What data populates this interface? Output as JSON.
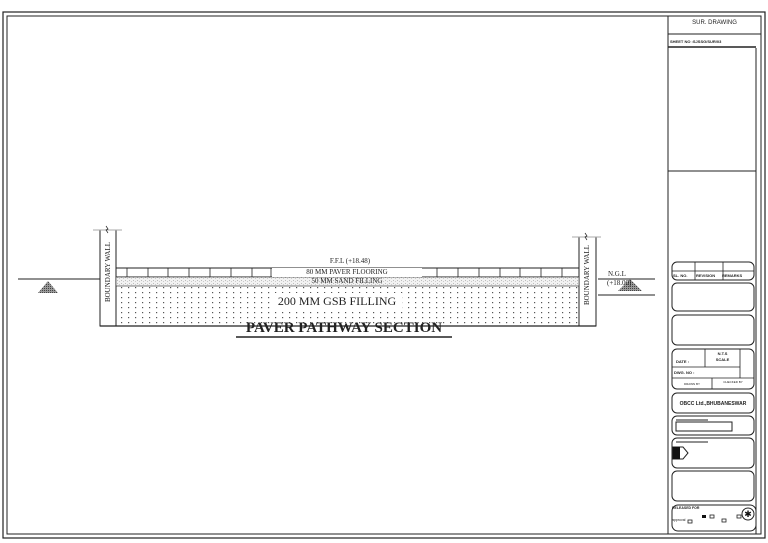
{
  "drawing": {
    "title": "PAVER PATHWAY SECTION",
    "left_wall_label": "BOUNDARY WALL",
    "right_wall_label": "BOUNDARY WALL",
    "ffl_label": "F.F.L (+18.48)",
    "paver_label": "80 MM PAVER FLOORING",
    "sand_label": "50 MM SAND FILLING",
    "gsb_label": "200 MM GSB FILLING",
    "ngl_label": "N.G.L",
    "ngl_level": "(+18.00)"
  },
  "title_block": {
    "header": "SUR. DRAWING",
    "sheet_no": "SHEET NO :SJSSG/SUR/03",
    "revision_headers": [
      "SL. NO.",
      "REVISION",
      "REMARKS"
    ],
    "date_label": "DATE :",
    "scale_value": "N.T.S",
    "scale_label": "SCALE",
    "dwg_no_label": "DWG. NO :",
    "drawn_by_label": "DRAWN BY",
    "checked_by_label": "CHECKED BY",
    "company": "OBCC Ltd.,BHUBANESWAR",
    "released_for": "RELEASED FOR",
    "approval": "approval"
  }
}
